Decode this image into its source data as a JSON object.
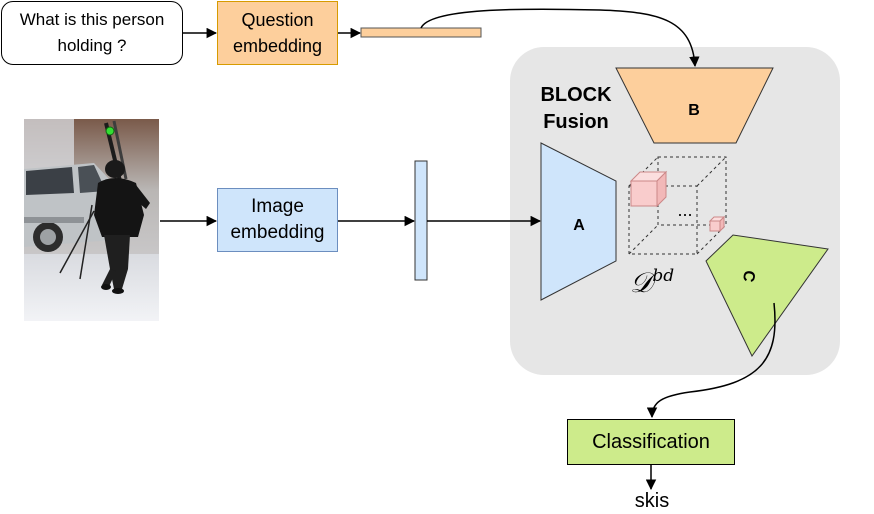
{
  "question": {
    "text": "What is this person holding ?"
  },
  "question_embedding": {
    "label": "Question embedding"
  },
  "image_embedding": {
    "label": "Image embedding"
  },
  "fusion": {
    "title": "BLOCK Fusion",
    "a_label": "A",
    "b_label": "B",
    "c_label": "C",
    "tensor_symbol": "𝒟",
    "tensor_superscript": "bd",
    "ellipsis": "..."
  },
  "classification": {
    "label": "Classification"
  },
  "answer": {
    "text": "skis"
  },
  "colors": {
    "orange_fill": "#fdcf9c",
    "blue_fill": "#cfe5fb",
    "green_fill": "#cdeb8b",
    "pink_fill": "#f9cccc",
    "panel_fill": "#e6e6e6"
  }
}
